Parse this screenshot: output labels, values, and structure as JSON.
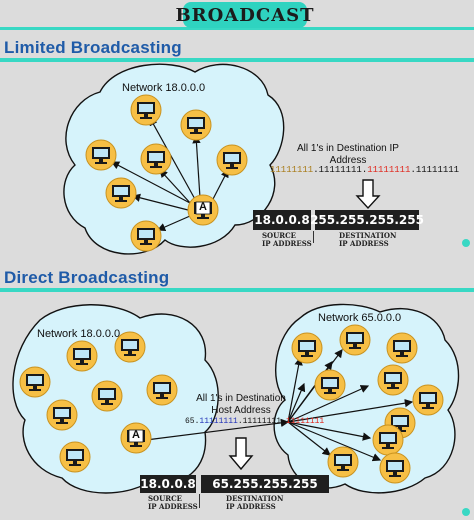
{
  "header": {
    "title": "BROADCAST"
  },
  "limited": {
    "title": "Limited Broadcasting",
    "network_label": "Network 18.0.0.0",
    "host_label": "A",
    "note": "All 1's in Destination IP Address",
    "bits": {
      "part1": "11111111",
      "part2": ".11111111.",
      "part3": "11111111",
      "part4": ".11111111"
    },
    "source_ip": "18.0.0.8",
    "dest_ip": "255.255.255.255",
    "source_caption_1": "SOURCE",
    "source_caption_2": "IP ADDRESS",
    "dest_caption_1": "DESTINATION",
    "dest_caption_2": "IP ADDRESS"
  },
  "direct": {
    "title": "Direct Broadcasting",
    "network_left_label": "Network 18.0.0.0",
    "network_right_label": "Network 65.0.0.0",
    "host_label": "A",
    "note_line1": "All 1's in Destination",
    "note_line2": "Host Address",
    "bits": {
      "part1": "65.",
      "part2": "11111111",
      "part3": ".11111111.",
      "part4": "11111111"
    },
    "source_ip": "18.0.0.8",
    "dest_ip": "65.255.255.255",
    "source_caption_1": "SOURCE",
    "source_caption_2": "IP ADDRESS",
    "dest_caption_1": "DESTINATION",
    "dest_caption_2": "IP ADDRESS"
  },
  "colors": {
    "accent": "#38d8c4",
    "title_blue": "#1f5ba8",
    "cloud_fill": "#d6f3fb",
    "node_fill": "#f6bf45",
    "bits_red": "#e0271d",
    "bits_gold": "#a87b18"
  },
  "icons": [
    "computer-icon",
    "down-arrow-icon",
    "logo-icon"
  ]
}
